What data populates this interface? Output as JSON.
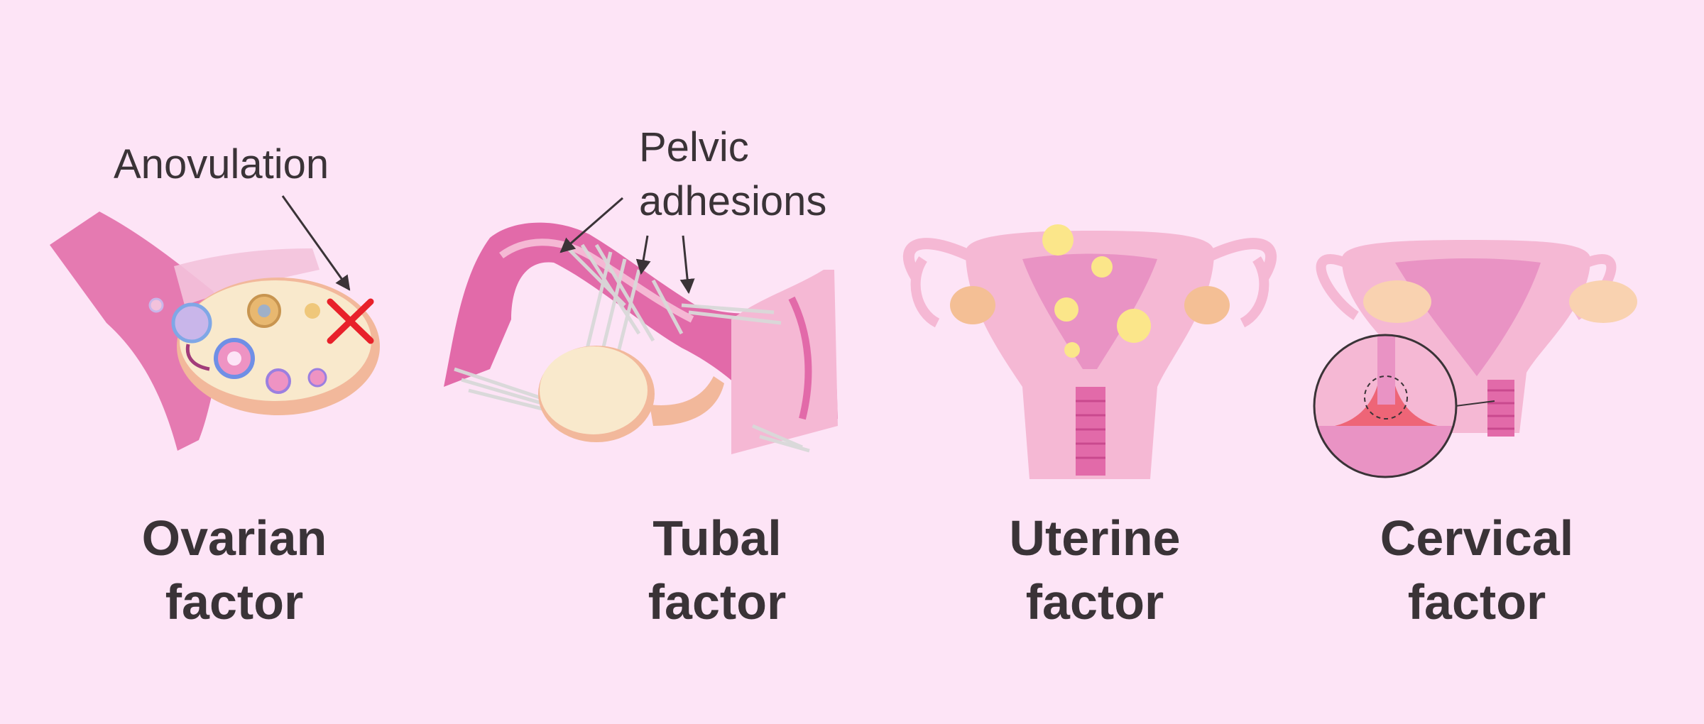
{
  "annotations": {
    "anovulation": "Anovulation",
    "pelvic_line1": "Pelvic",
    "pelvic_line2": "adhesions"
  },
  "panels": [
    {
      "line1": "Ovarian",
      "line2": "factor"
    },
    {
      "line1": "Tubal",
      "line2": "factor"
    },
    {
      "line1": "Uterine",
      "line2": "factor"
    },
    {
      "line1": "Cervical",
      "line2": "factor"
    }
  ],
  "colors": {
    "background": "#fde4f6",
    "tissue_dark": "#e26aa9",
    "tissue_mid": "#ee93c3",
    "tissue_light": "#f5b8d4",
    "ovary": "#f9e9cc",
    "ovary_edge": "#f2b89b",
    "fibroid": "#fbe68a",
    "adhesion": "#d9d9d9",
    "cross": "#e8212a",
    "text": "#3a3337"
  }
}
